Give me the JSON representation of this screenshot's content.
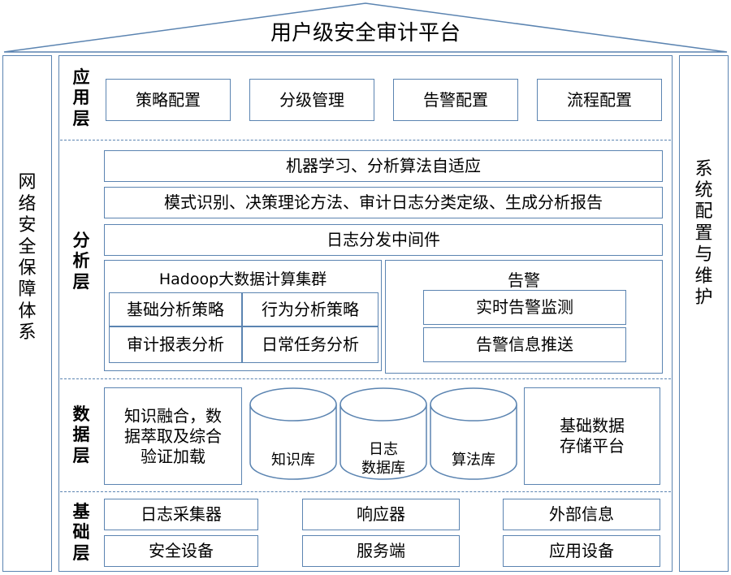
{
  "roof_title": "用户级安全审计平台",
  "left_pillar": [
    "网",
    "络",
    "安",
    "全",
    "保",
    "障",
    "体",
    "系"
  ],
  "right_pillar": [
    "系",
    "统",
    "配",
    "置",
    "与",
    "维",
    "护"
  ],
  "colors": {
    "border": "#5b84b1",
    "text": "#000000",
    "background": "#ffffff"
  },
  "application_layer": {
    "label": [
      "应",
      "用",
      "层"
    ],
    "items": [
      "策略配置",
      "分级管理",
      "告警配置",
      "流程配置"
    ]
  },
  "analysis_layer": {
    "label": [
      "分",
      "析",
      "层"
    ],
    "bars": [
      "机器学习、分析算法自适应",
      "模式识别、决策理论方法、审计日志分类定级、生成分析报告",
      "日志分发中间件"
    ],
    "hadoop": {
      "title": "Hadoop大数据计算集群",
      "cells": [
        "基础分析策略",
        "行为分析策略",
        "审计报表分析",
        "日常任务分析"
      ]
    },
    "alarm": {
      "title": "告警",
      "items": [
        "实时告警监测",
        "告警信息推送"
      ]
    }
  },
  "data_layer": {
    "label": [
      "数",
      "据",
      "层"
    ],
    "knowledge_box": [
      "知识融合，数",
      "据萃取及综合",
      "验证加载"
    ],
    "databases": [
      {
        "lines": [
          "知识库"
        ]
      },
      {
        "lines": [
          "日志",
          "数据库"
        ]
      },
      {
        "lines": [
          "算法库"
        ]
      }
    ],
    "storage_box": [
      "基础数据",
      "存储平台"
    ]
  },
  "base_layer": {
    "label": [
      "基",
      "础",
      "层"
    ],
    "items": [
      "日志采集器",
      "响应器",
      "外部信息",
      "安全设备",
      "服务端",
      "应用设备"
    ]
  }
}
